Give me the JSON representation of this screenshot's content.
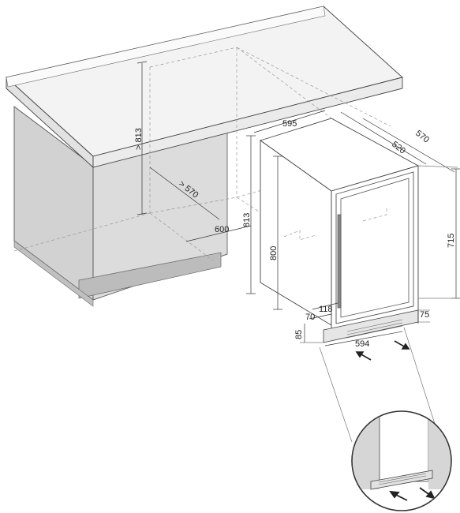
{
  "dimensions": {
    "niche_height_min": "> 813",
    "niche_depth_min": "> 570",
    "niche_width": "600",
    "niche_height": "813",
    "appliance_width": "595",
    "appliance_depth_body": "520",
    "appliance_depth_total": "570",
    "appliance_height": "800",
    "door_height": "715",
    "grille_width": "594",
    "plinth_height": "85",
    "plinth_depth": "70",
    "plinth_offset": "118",
    "grille_height": "75"
  },
  "colors": {
    "cabinet_fill": "#d4d4d4",
    "cabinet_shadow": "#bdbdbd",
    "worktop_fill": "#f2f2f2",
    "line": "#444444"
  }
}
